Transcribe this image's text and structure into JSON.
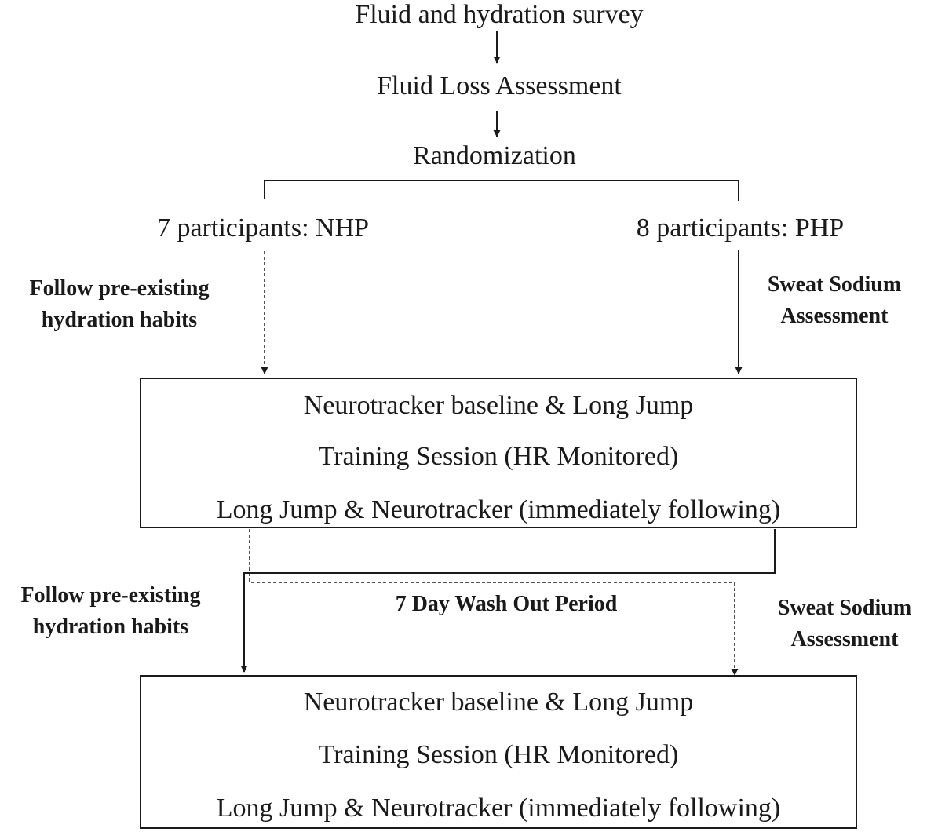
{
  "flow": {
    "steps": [
      "Fluid and hydration survey",
      "Fluid Loss Assessment",
      "Randomization"
    ]
  },
  "groups": {
    "left": "7 participants: NHP",
    "right": "8 participants: PHP"
  },
  "phase1": {
    "left_note": [
      "Follow pre-existing",
      "hydration habits"
    ],
    "right_note": [
      "Sweat Sodium",
      "Assessment"
    ],
    "box_lines": [
      "Neurotracker baseline & Long Jump",
      "Training Session (HR Monitored)",
      "Long Jump & Neurotracker (immediately following)"
    ]
  },
  "washout": {
    "label": "7 Day Wash Out Period"
  },
  "phase2": {
    "left_note": [
      "Follow pre-existing",
      "hydration habits"
    ],
    "right_note": [
      "Sweat Sodium",
      "Assessment"
    ],
    "box_lines": [
      "Neurotracker baseline & Long Jump",
      "Training Session (HR Monitored)",
      "Long Jump & Neurotracker (immediately following)"
    ]
  }
}
